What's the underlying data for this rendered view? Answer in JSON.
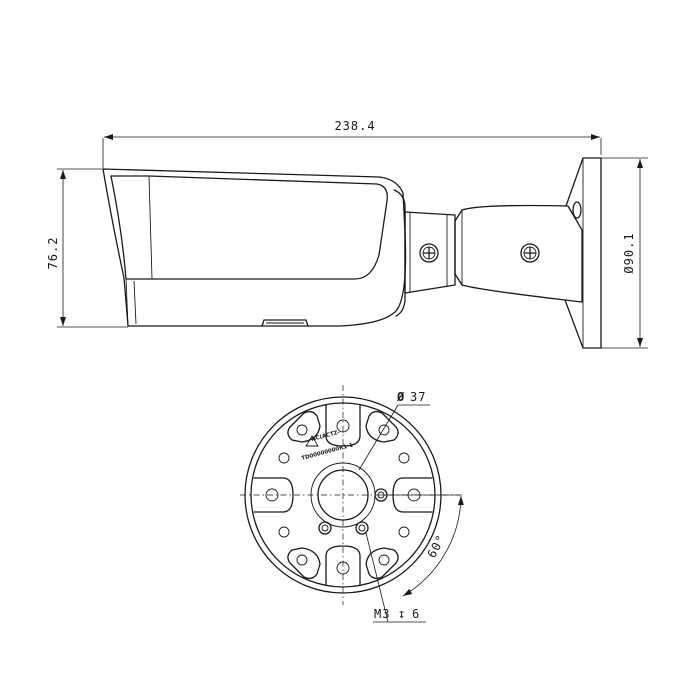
{
  "dimensions": {
    "length": "238.4",
    "height": "76.2",
    "base_diameter": "Ø90.1",
    "hole_circle": "37",
    "angle": "60°",
    "screw_thread": "M3",
    "screw_depth": "6"
  },
  "base_marking": {
    "line1": "AC(ACTZ-",
    "line2": "TD00000000R1-1"
  },
  "symbols": {
    "diameter": "Ø",
    "depth": "↧"
  }
}
